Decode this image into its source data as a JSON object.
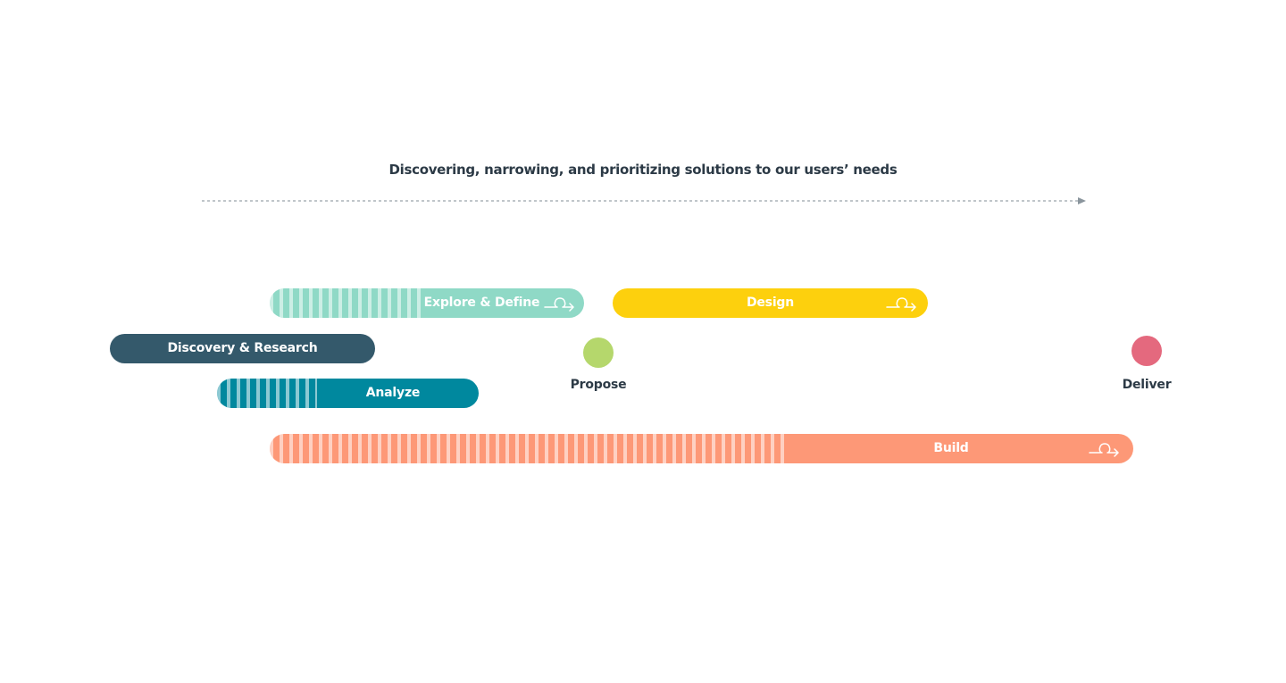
{
  "heading": "Discovering, narrowing, and prioritizing solutions to our users’ needs",
  "phases": {
    "explore": {
      "label": "Explore & Define",
      "color": "#8fd9c6",
      "iterative": true
    },
    "design": {
      "label": "Design",
      "color": "#fdd00d",
      "iterative": true
    },
    "discovery": {
      "label": "Discovery & Research",
      "color": "#34596b",
      "iterative": false
    },
    "analyze": {
      "label": "Analyze",
      "color": "#00889e",
      "iterative": false
    },
    "build": {
      "label": "Build",
      "color": "#fd9877",
      "iterative": true
    }
  },
  "milestones": {
    "propose": {
      "label": "Propose",
      "color": "#b5d76c"
    },
    "deliver": {
      "label": "Deliver",
      "color": "#e4697e"
    }
  },
  "icons": {
    "timeline_arrow": "arrow-right-icon",
    "iteration": "loop-arrow-icon"
  }
}
